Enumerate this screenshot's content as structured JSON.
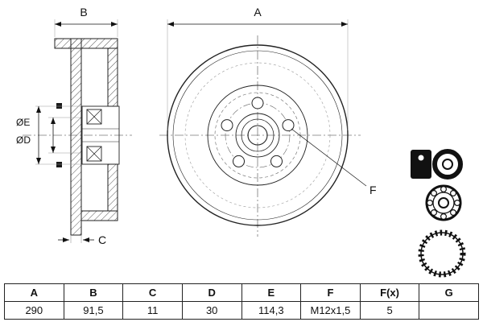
{
  "drawing": {
    "labels": {
      "a": "A",
      "b": "B",
      "c": "C",
      "oe": "ØE",
      "od": "ØD",
      "f": "F"
    }
  },
  "table": {
    "headers": [
      "A",
      "B",
      "C",
      "D",
      "E",
      "F",
      "F(x)",
      "G"
    ],
    "values": [
      "290",
      "91,5",
      "11",
      "30",
      "114,3",
      "M12x1,5",
      "5",
      ""
    ]
  }
}
